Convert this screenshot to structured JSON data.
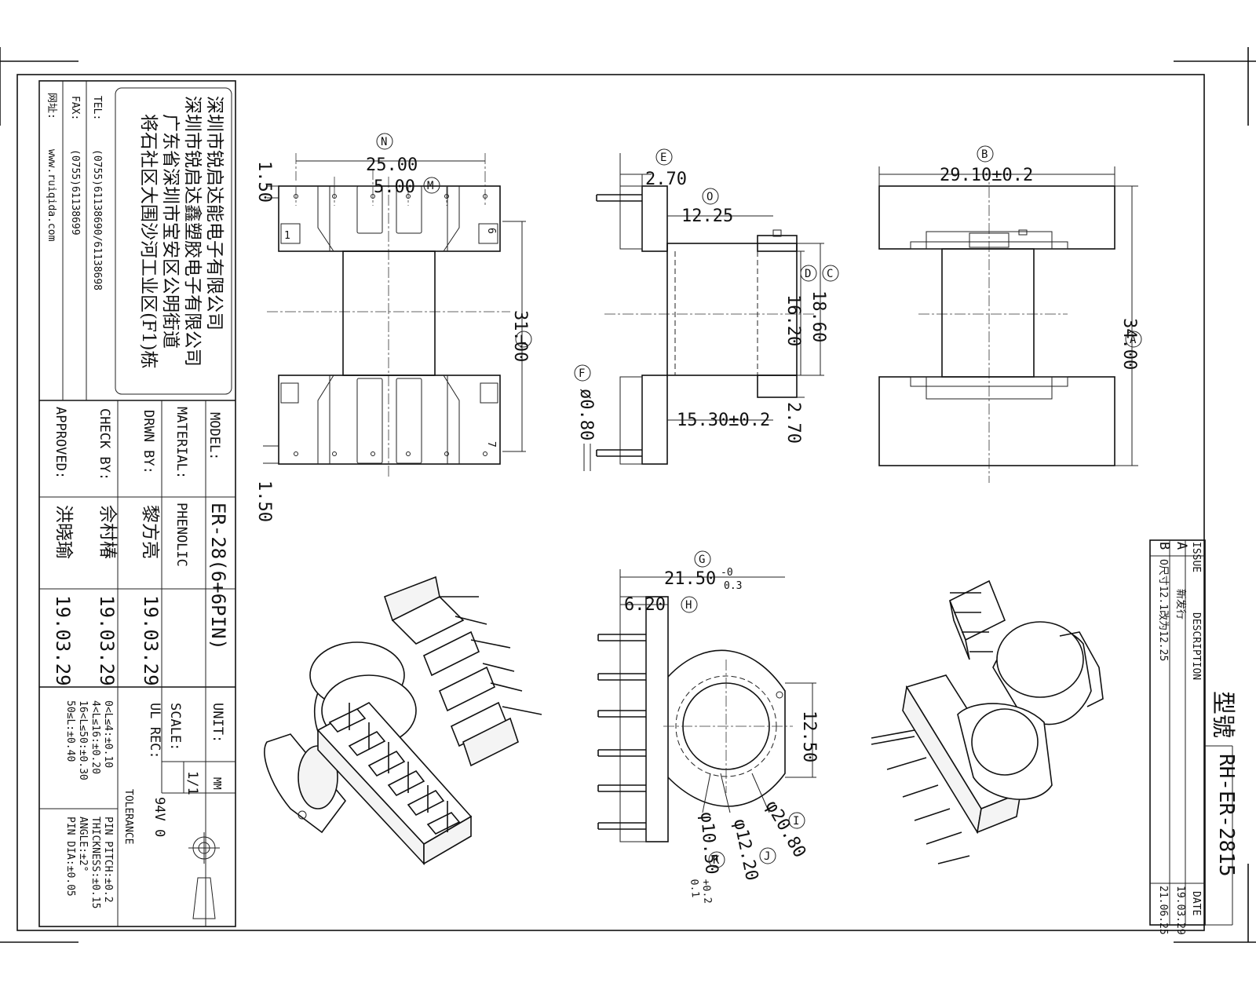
{
  "company": {
    "name": "深圳市锐启达能电子有限公司",
    "sub_company": "深圳市锐启达鑫塑胶电子有限公司",
    "address_line1": "广东省深圳市宝安区公明街道",
    "address_line2": "将石社区大围沙河工业区(F1)栋",
    "tel_label": "TEL:",
    "tel": "(0755)61138690/61138698",
    "fax_label": "FAX:",
    "fax": "(0755)61138699",
    "web_label": "网址:",
    "web": "www.ruiqida.com"
  },
  "title_block": {
    "model_label": "MODEL:",
    "model": "ER-28(6+6PIN)",
    "material_label": "MATERIAL:",
    "material": "PHENOLIC",
    "drwn_label": "DRWN BY:",
    "drwn_name": "黎方亮",
    "drwn_date": "19.03.29",
    "check_label": "CHECK BY:",
    "check_name": "佘村椿",
    "check_date": "19.03.29",
    "approved_label": "APPROVED:",
    "approved_name": "洪晓瑜",
    "approved_date": "19.03.29",
    "unit_label": "UNIT:",
    "unit": "MM",
    "scale_label": "SCALE:",
    "scale": "1/1",
    "ul_label": "UL REC:",
    "ul": "94V 0",
    "tolerance_label": "TOLERANCE",
    "tolerances_left": [
      "0<L≤4:±0.10",
      "4<L≤16:±0.20",
      "16<L≤50:±0.30",
      "50≤L:±0.40"
    ],
    "tolerances_right": [
      "PIN PITCH:±0.2",
      "THICKNESS:±0.15",
      "ANGLE:±2°",
      "PIN DIA:±0.05"
    ]
  },
  "revision": {
    "issue_label": "ISSUE",
    "description_label": "DESCRIPTION",
    "date_label": "DATE",
    "rows": [
      {
        "issue": "A",
        "description": "新发行",
        "date": "19.03.29"
      },
      {
        "issue": "B",
        "description": "O尺寸12.1改为12.25",
        "date": "21.06.25"
      }
    ]
  },
  "part": {
    "label": "型號",
    "number": "RH-ER-2815"
  },
  "dimensions": {
    "N": "25.00",
    "M": "5.00",
    "pin_offset": "1.50",
    "L": "31.00",
    "E": "2.70",
    "O": "12.25",
    "C": "18.60",
    "D": "16.20",
    "F": "ø0.80",
    "J": "15.30±0.2",
    "base_h": "2.70",
    "B": "29.10±0.2",
    "A": "34.00",
    "G": "21.50",
    "G_tol_top": "-0",
    "G_tol_bot": "0.3",
    "H": "6.20",
    "slot": "12.50",
    "I": "φ20.80",
    "J2": "φ12.20",
    "K": "φ10.50",
    "K_tol_top": "+0.2",
    "K_tol_bot": "0.1"
  },
  "bubbles": {
    "N": "N",
    "M": "M",
    "L": "L",
    "E": "E",
    "O": "O",
    "C": "C",
    "D": "D",
    "F": "F",
    "B": "B",
    "A": "A",
    "G": "G",
    "H": "H",
    "I": "I",
    "J": "J",
    "K": "K"
  },
  "pin_numbers": {
    "p1": "1",
    "p6": "6",
    "p7": "7"
  }
}
